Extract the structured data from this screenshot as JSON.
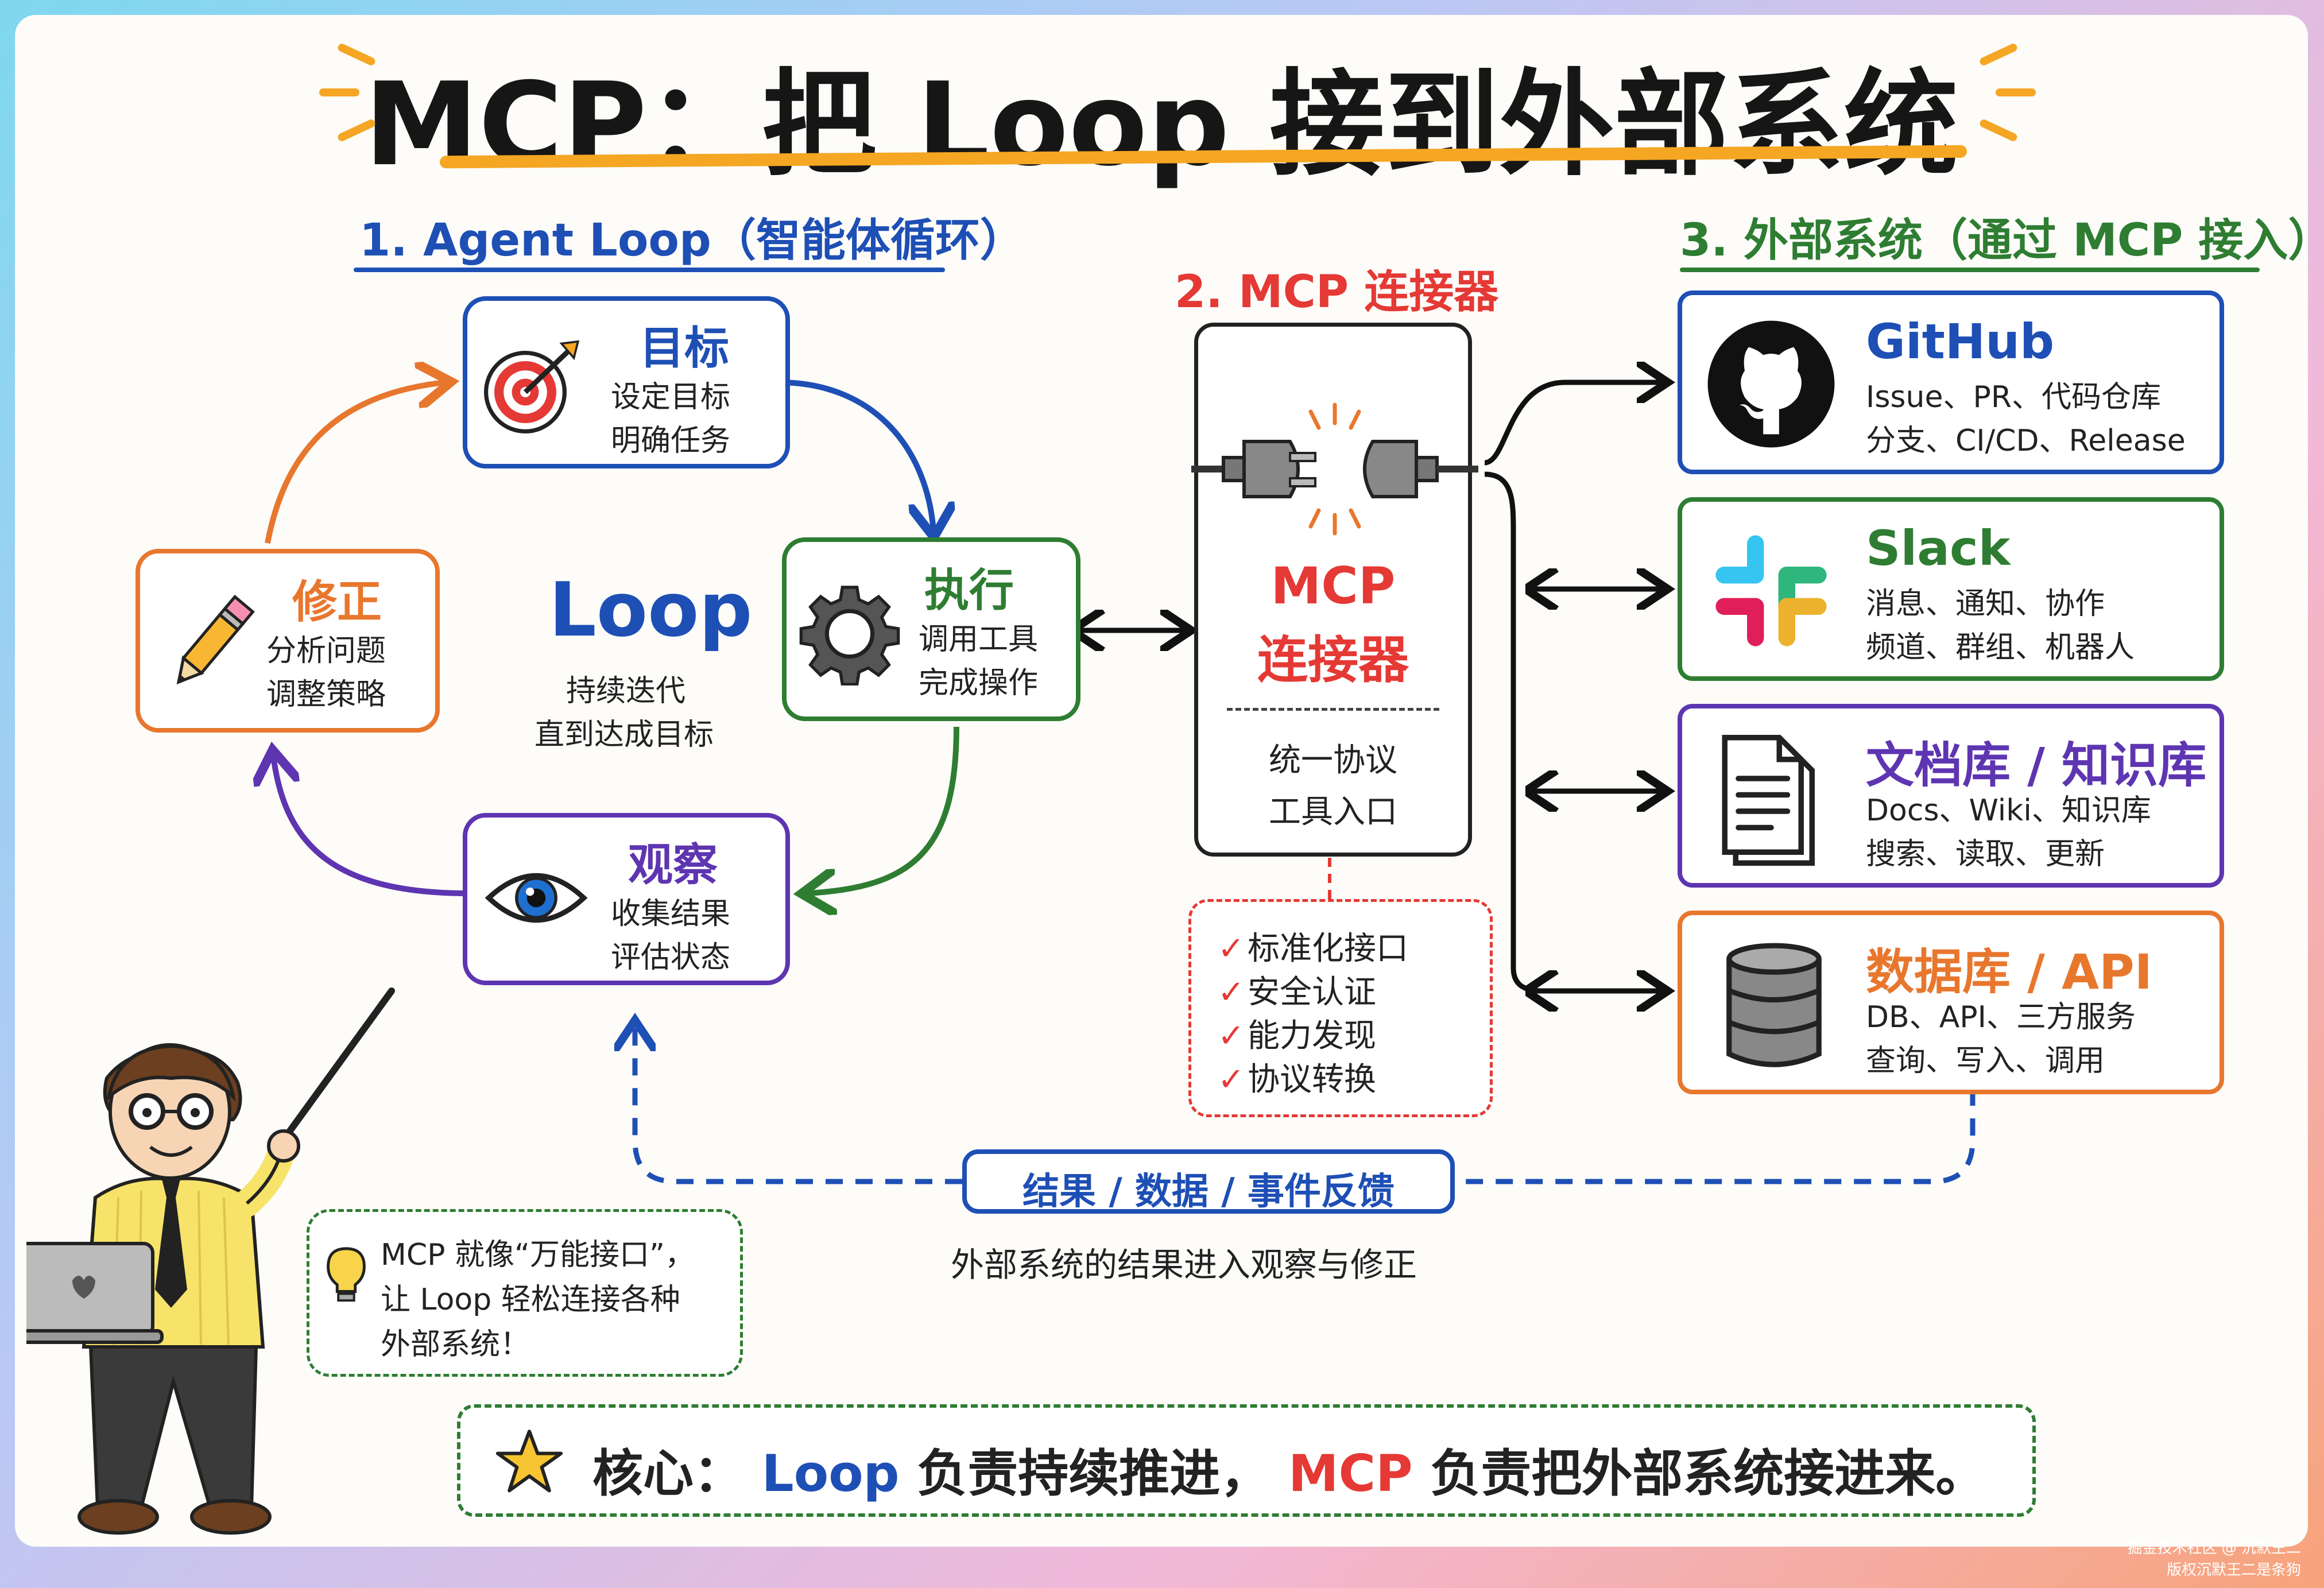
{
  "title": "MCP：把 Loop 接到外部系统",
  "sections": {
    "agent_loop": "1. Agent Loop（智能体循环）",
    "connector": "2. MCP 连接器",
    "external": "3. 外部系统（通过 MCP 接入）"
  },
  "loop_center": {
    "title": "Loop",
    "line1": "持续迭代",
    "line2": "直到达成目标"
  },
  "loop_nodes": {
    "goal": {
      "title": "目标",
      "line1": "设定目标",
      "line2": "明确任务",
      "icon": "target-icon"
    },
    "execute": {
      "title": "执行",
      "line1": "调用工具",
      "line2": "完成操作",
      "icon": "gear-icon"
    },
    "observe": {
      "title": "观察",
      "line1": "收集结果",
      "line2": "评估状态",
      "icon": "eye-icon"
    },
    "revise": {
      "title": "修正",
      "line1": "分析问题",
      "line2": "调整策略",
      "icon": "pencil-icon"
    }
  },
  "connector": {
    "label_line1": "MCP",
    "label_line2": "连接器",
    "desc_line1": "统一协议",
    "desc_line2": "工具入口",
    "features": [
      "标准化接口",
      "安全认证",
      "能力发现",
      "协议转换"
    ]
  },
  "external_systems": [
    {
      "title": "GitHub",
      "line1": "Issue、PR、代码仓库",
      "line2": "分支、CI/CD、Release",
      "color": "#1e4fb5",
      "icon": "github-icon"
    },
    {
      "title": "Slack",
      "line1": "消息、通知、协作",
      "line2": "频道、群组、机器人",
      "color": "#2e7d32",
      "icon": "slack-icon"
    },
    {
      "title": "文档库 / 知识库",
      "line1": "Docs、Wiki、知识库",
      "line2": "搜索、读取、更新",
      "color": "#5e35b1",
      "icon": "document-icon"
    },
    {
      "title": "数据库 / API",
      "line1": "DB、API、三方服务",
      "line2": "查询、写入、调用",
      "color": "#e8772e",
      "icon": "database-icon"
    }
  ],
  "feedback": {
    "label": "结果 / 数据 / 事件反馈",
    "caption": "外部系统的结果进入观察与修正"
  },
  "speech": {
    "line1": "MCP 就像“万能接口”，",
    "line2": "让 Loop 轻松连接各种",
    "line3": "外部系统！"
  },
  "core": {
    "prefix": "核心：",
    "loop": "Loop",
    "mid": "负责持续推进，",
    "mcp": "MCP",
    "suffix": "负责把外部系统接进来。"
  },
  "watermark": {
    "line1": "掘金技术社区 @ 沉默王二",
    "line2": "版权沉默王二是条狗"
  },
  "colors": {
    "blue": "#1e4fb5",
    "green": "#2e7d32",
    "purple": "#5e35b1",
    "orange": "#e8772e",
    "red": "#e53935",
    "title_underline": "#f5a623"
  }
}
